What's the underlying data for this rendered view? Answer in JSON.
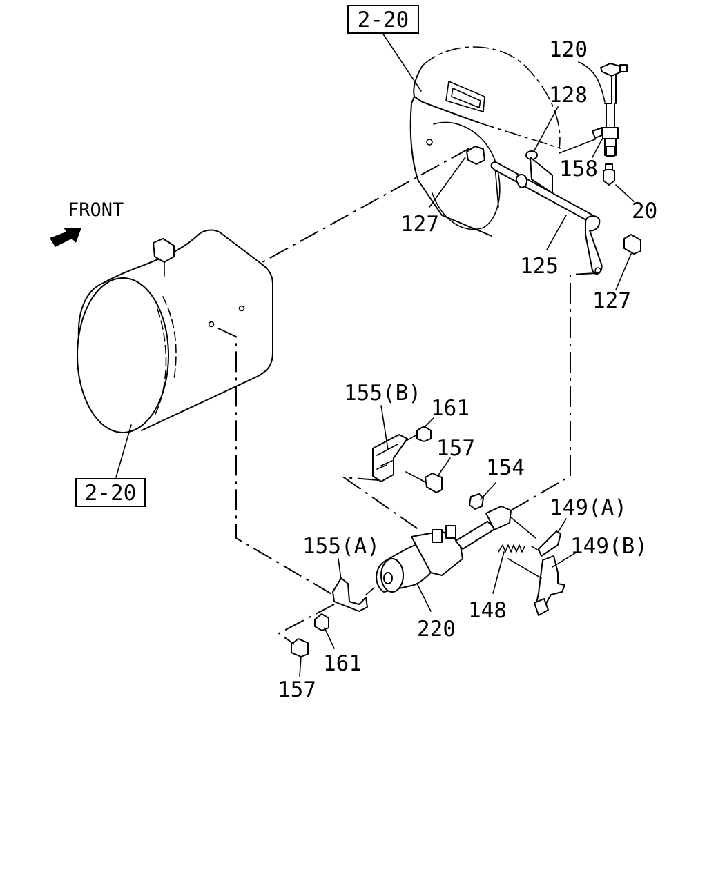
{
  "direction_label": "FRONT",
  "ref_boxes": {
    "top": "2-20",
    "left": "2-20"
  },
  "callouts": {
    "c120": "120",
    "c128": "128",
    "c158": "158",
    "c20": "20",
    "c127_left": "127",
    "c125": "125",
    "c127_right": "127",
    "c155b": "155(B)",
    "c161_top": "161",
    "c157_top": "157",
    "c154": "154",
    "c149a": "149(A)",
    "c149b": "149(B)",
    "c155a": "155(A)",
    "c148": "148",
    "c220": "220",
    "c161_bottom": "161",
    "c157_bottom": "157"
  }
}
